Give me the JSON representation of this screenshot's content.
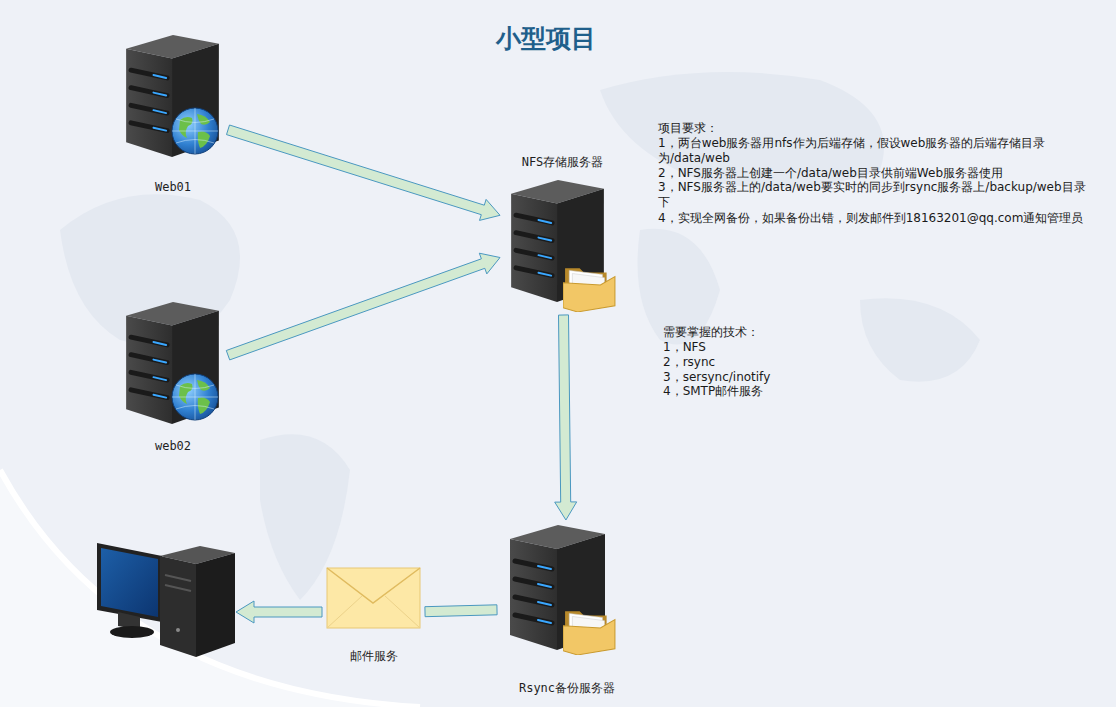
{
  "diagram": {
    "title": "小型项目",
    "nodes": [
      {
        "text": [
          "Web01"
        ]
      },
      {
        "text": [
          "web02"
        ]
      },
      {
        "text": [
          "NFS存储服务器"
        ]
      },
      {
        "text": [
          "Rsync备份服务器"
        ]
      },
      {
        "text": [
          "邮件服务"
        ]
      }
    ],
    "edges": [
      {
        "from": 0,
        "to": 2,
        "arrow": "to"
      },
      {
        "from": 1,
        "to": 2,
        "arrow": "to"
      },
      {
        "from": 2,
        "to": 3,
        "arrow": "to"
      },
      {
        "from": 3,
        "to": 4,
        "arrow": "none"
      }
    ],
    "labels": [
      "项目要求：",
      "1，两台web服务器用nfs作为后端存储，假设web服务器的后端存储目录为/data/web",
      "2，NFS服务器上创建一个/data/web目录供前端Web服务器使用",
      "3，NFS服务器上的/data/web要实时的同步到rsync服务器上/backup/web目录下",
      "4，实现全网备份，如果备份出错，则发邮件到18163201@qq.com通知管理员",
      "需要掌握的技术：",
      "1，NFS",
      "2，rsync",
      "3，sersync/inotify",
      "4，SMTP邮件服务"
    ]
  }
}
